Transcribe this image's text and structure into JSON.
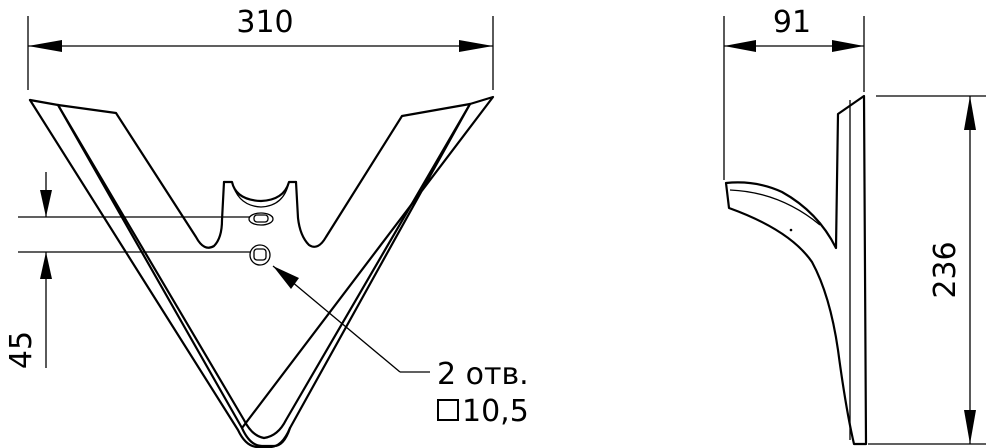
{
  "dimensions": {
    "width_top": "310",
    "side_width": "91",
    "height": "236",
    "hole_spacing": "45"
  },
  "note": {
    "holes_line": "2 отв.",
    "hole_size": "10,5"
  }
}
